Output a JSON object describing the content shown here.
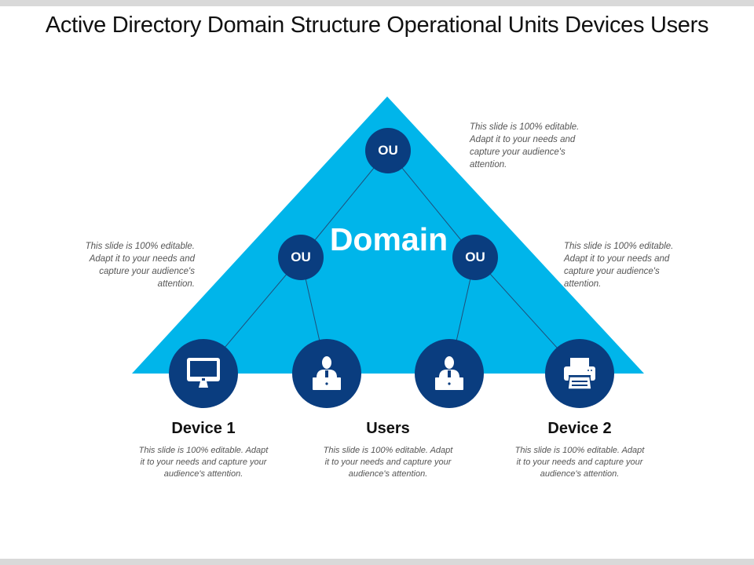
{
  "title": "Active Directory Domain Structure Operational Units Devices Users",
  "colors": {
    "triangle": "#00b5ea",
    "node": "#0a3d7f",
    "connector": "#1f4f7a"
  },
  "domain_label": "Domain",
  "ou_nodes": [
    {
      "id": "ou-top",
      "label": "OU"
    },
    {
      "id": "ou-left",
      "label": "OU"
    },
    {
      "id": "ou-right",
      "label": "OU"
    }
  ],
  "leaf_nodes": [
    {
      "id": "device-1",
      "icon": "monitor-icon"
    },
    {
      "id": "users-left",
      "icon": "user-laptop-icon"
    },
    {
      "id": "users-right",
      "icon": "user-laptop-icon"
    },
    {
      "id": "device-2",
      "icon": "printer-icon"
    }
  ],
  "notes": {
    "top_right": "This slide is 100% editable. Adapt it to your needs and capture your audience's attention.",
    "left": "This slide is 100% editable. Adapt it to your needs and capture your audience's attention.",
    "right": "This slide is 100% editable. Adapt it to your needs and capture your audience's attention."
  },
  "sections": [
    {
      "heading": "Device 1",
      "text": "This slide is 100% editable. Adapt it to your needs and capture your audience's attention."
    },
    {
      "heading": "Users",
      "text": "This slide is 100% editable. Adapt it to your needs and capture your audience's attention."
    },
    {
      "heading": "Device 2",
      "text": "This slide is 100% editable. Adapt it to your needs and capture your audience's attention."
    }
  ]
}
